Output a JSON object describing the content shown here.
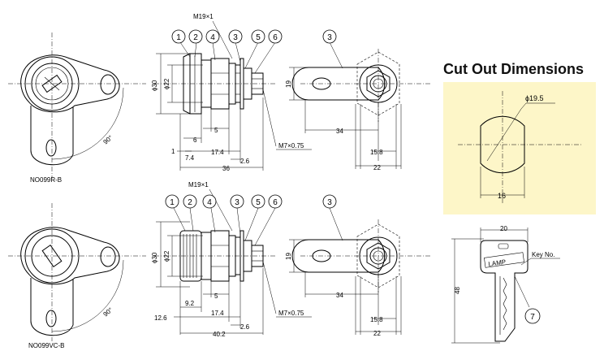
{
  "cutout": {
    "title": "Cut Out Dimensions",
    "dia": "ϕ19.5",
    "flat": "16"
  },
  "top": {
    "model": "NO099R-B",
    "thread": "M19×1",
    "angle": "90°",
    "phi30": "ϕ30",
    "phi22": "ϕ22",
    "d5": "5",
    "d6": "6",
    "d1": "1",
    "d7_4": "7.4",
    "d17_4": "17.4",
    "d2_6": "2.6",
    "d36": "36",
    "m7": "M7×0.75",
    "d19": "19",
    "d34": "34",
    "d15_8": "15.8",
    "d22": "22",
    "bubbles": [
      "1",
      "2",
      "4",
      "3",
      "5",
      "6",
      "3"
    ]
  },
  "bottom": {
    "model": "NO099VC-B",
    "thread": "M19×1",
    "angle": "90°",
    "phi30": "ϕ30",
    "phi22": "ϕ22",
    "d5": "5",
    "d9_2": "9.2",
    "d12_6": "12.6",
    "d17_4": "17.4",
    "d2_6": "2.6",
    "d40_2": "40.2",
    "m7": "M7×0.75",
    "d19": "19",
    "d34": "34",
    "d15_8": "15.8",
    "d22": "22",
    "bubbles": [
      "1",
      "2",
      "4",
      "3",
      "5",
      "6",
      "3"
    ]
  },
  "key": {
    "width": "20",
    "height": "48",
    "brand": "LAMP",
    "label": "Key No.",
    "bubble": "7"
  }
}
